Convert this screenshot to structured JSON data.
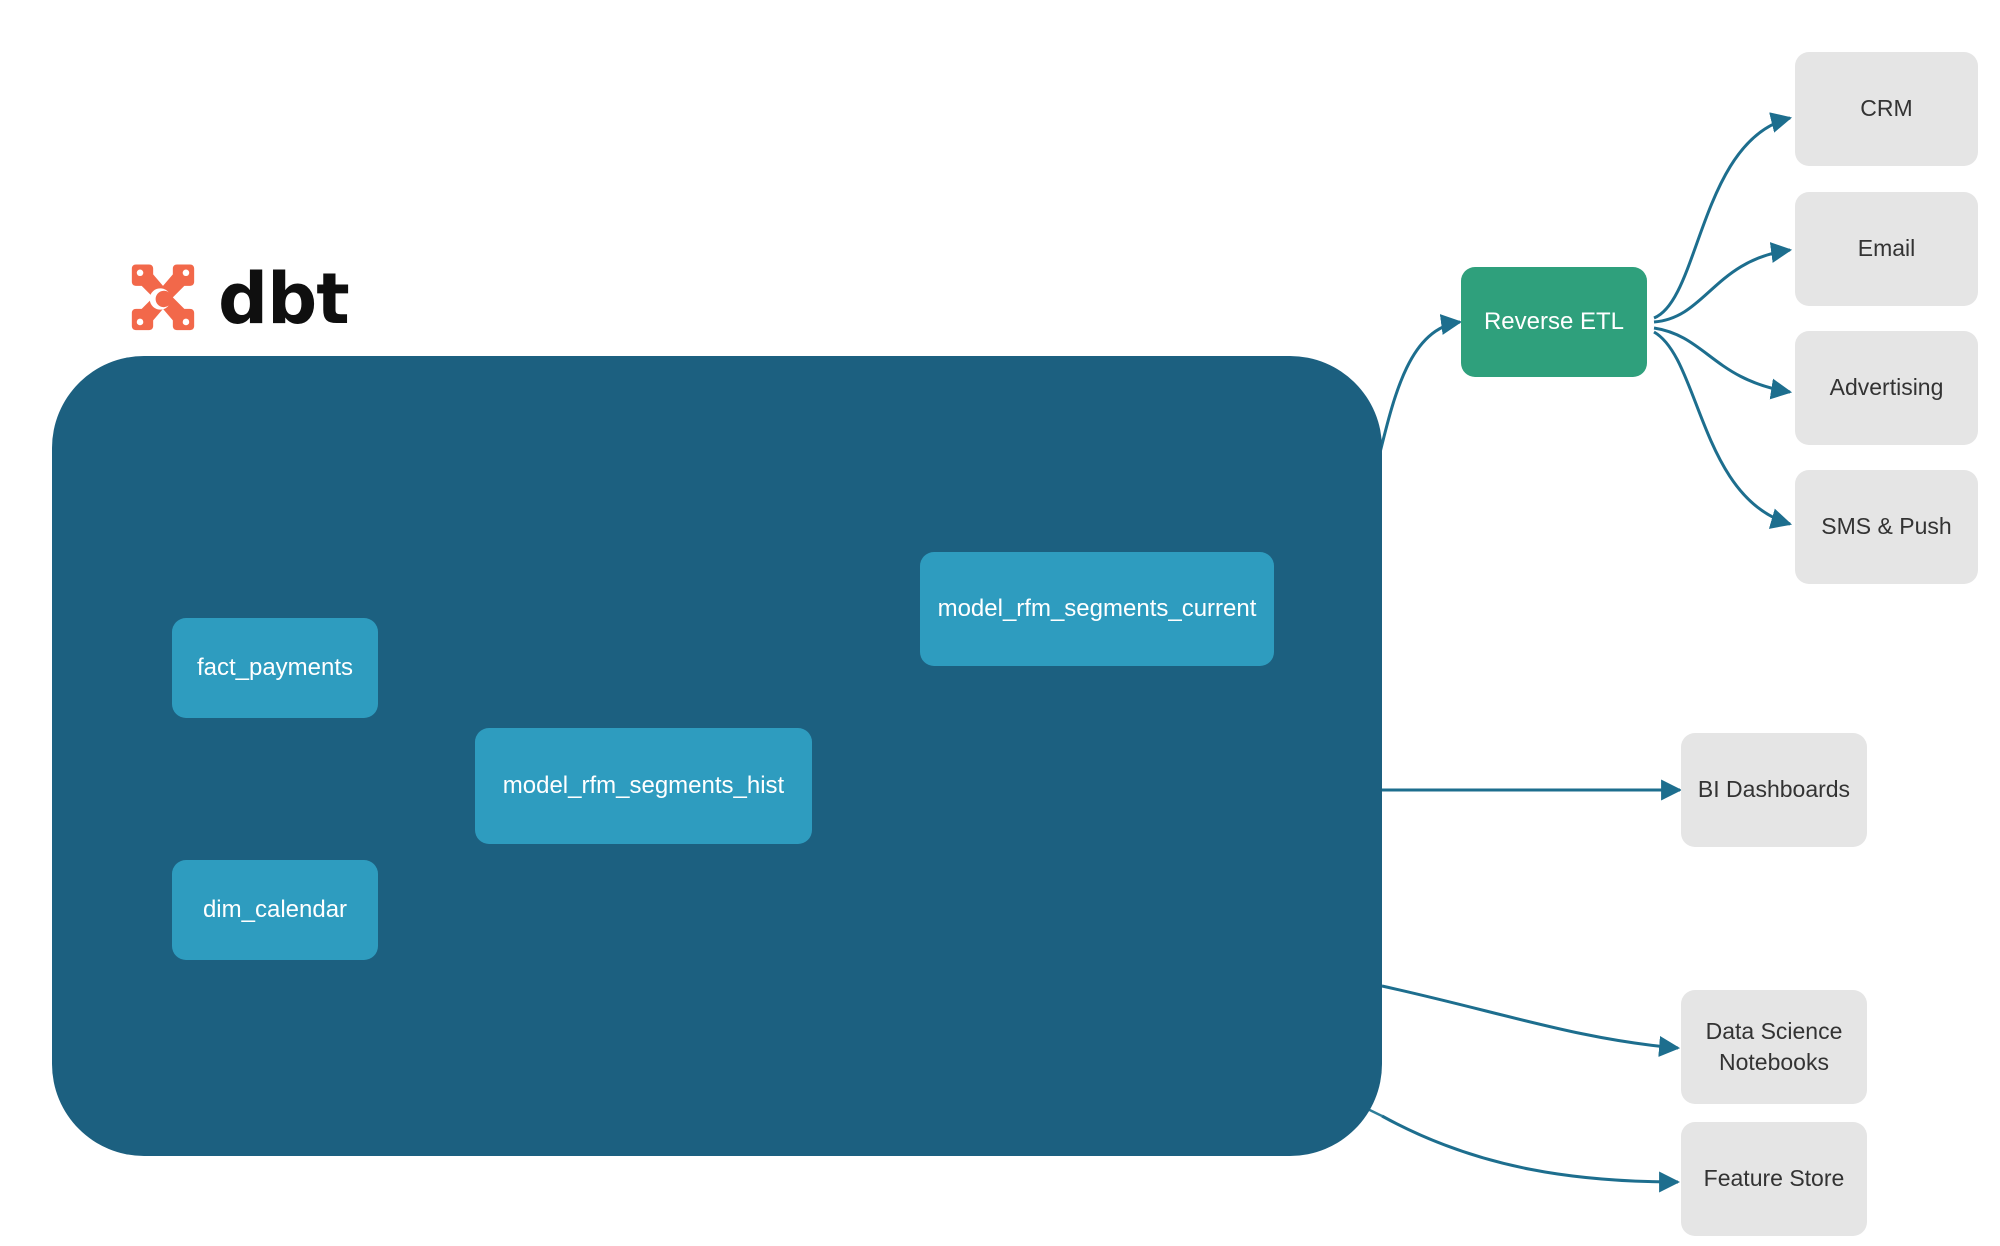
{
  "brand": {
    "logo_icon": "dbt-logo-mark",
    "wordmark": "dbt",
    "logo_color": "#F2684A"
  },
  "warehouse": {
    "name": "dbt-warehouse-container",
    "color": "#1C6080"
  },
  "palette": {
    "model_node": "#2E9CBF",
    "reverse_etl_node": "#2FA07C",
    "consumer_node": "#E5E5E5",
    "edge_outer": "#1D6E8E",
    "edge_inner": "#2E7E99",
    "background": "#FFFFFF"
  },
  "nodes": {
    "sources": [
      {
        "id": "fact_payments",
        "label": "fact_payments"
      },
      {
        "id": "dim_calendar",
        "label": "dim_calendar"
      }
    ],
    "models": [
      {
        "id": "model_rfm_segments_hist",
        "label": "model_rfm_segments_hist"
      },
      {
        "id": "model_rfm_segments_current",
        "label": "model_rfm_segments_current"
      }
    ],
    "activation": {
      "id": "reverse_etl",
      "label": "Reverse ETL"
    },
    "destinations": [
      {
        "id": "crm",
        "label": "CRM"
      },
      {
        "id": "email",
        "label": "Email"
      },
      {
        "id": "advertising",
        "label": "Advertising"
      },
      {
        "id": "sms_push",
        "label": "SMS & Push"
      }
    ],
    "consumers": [
      {
        "id": "bi_dashboards",
        "label": "BI Dashboards"
      },
      {
        "id": "data_science_notebooks",
        "label": "Data Science\nNotebooks",
        "line1": "Data Science",
        "line2": "Notebooks"
      },
      {
        "id": "feature_store",
        "label": "Feature Store"
      }
    ]
  },
  "edges": [
    {
      "from": "fact_payments",
      "to": "model_rfm_segments_hist"
    },
    {
      "from": "dim_calendar",
      "to": "model_rfm_segments_hist"
    },
    {
      "from": "model_rfm_segments_hist",
      "to": "model_rfm_segments_current"
    },
    {
      "from": "model_rfm_segments_current",
      "to": "reverse_etl"
    },
    {
      "from": "reverse_etl",
      "to": "crm"
    },
    {
      "from": "reverse_etl",
      "to": "email"
    },
    {
      "from": "reverse_etl",
      "to": "advertising"
    },
    {
      "from": "reverse_etl",
      "to": "sms_push"
    },
    {
      "from": "model_rfm_segments_hist",
      "to": "bi_dashboards"
    },
    {
      "from": "model_rfm_segments_hist",
      "to": "data_science_notebooks"
    },
    {
      "from": "model_rfm_segments_hist",
      "to": "feature_store"
    }
  ]
}
